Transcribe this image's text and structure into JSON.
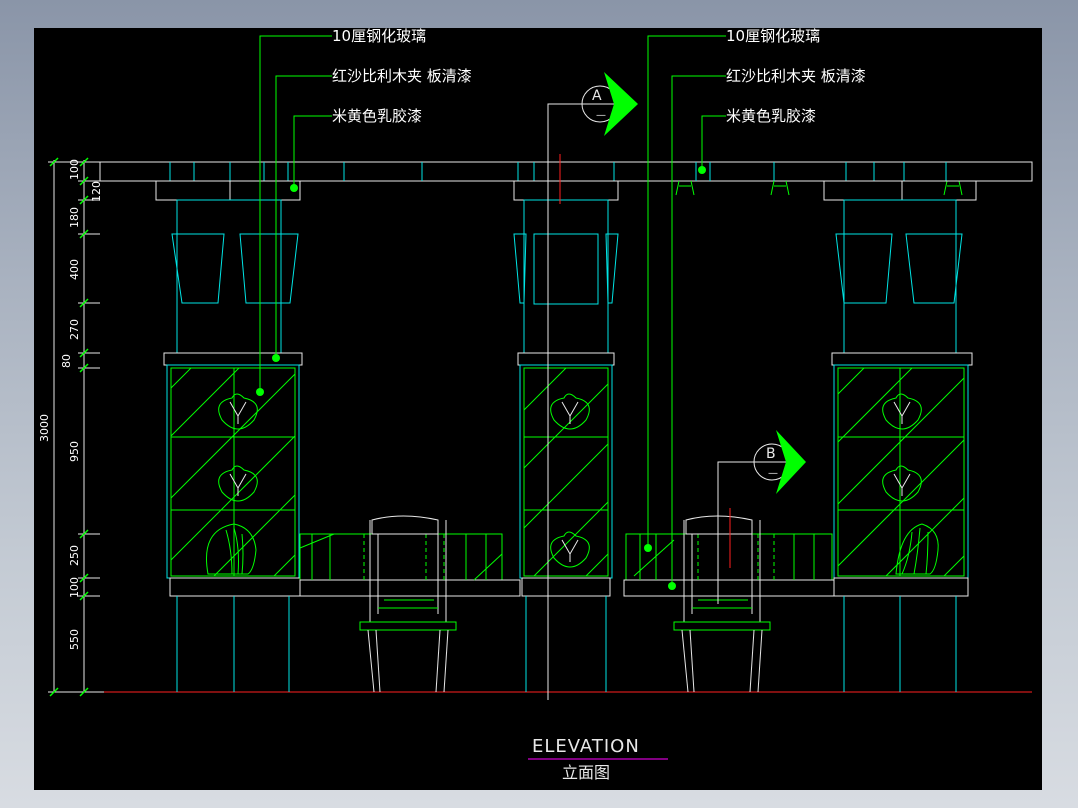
{
  "title": "ELEVATION",
  "subtitle": "立面图",
  "labels": {
    "glass_left": "10厘钢化玻璃",
    "veneer_left": "红沙比利木夹 板清漆",
    "paint_left": "米黄色乳胶漆",
    "glass_right": "10厘钢化玻璃",
    "veneer_right": "红沙比利木夹 板清漆",
    "paint_right": "米黄色乳胶漆"
  },
  "section_markers": [
    {
      "letter": "A",
      "sub": "—"
    },
    {
      "letter": "B",
      "sub": "—"
    }
  ],
  "dimensions": {
    "total": "3000",
    "segments": [
      "100",
      "120",
      "180",
      "400",
      "270",
      "80",
      "950",
      "250",
      "100",
      "550"
    ]
  },
  "colors": {
    "background": "#000000",
    "structure": "#00e5e5",
    "annotation": "#00ff00",
    "text": "#ffffff",
    "centerline": "#ff2020",
    "title_underline": "#d000d0"
  }
}
